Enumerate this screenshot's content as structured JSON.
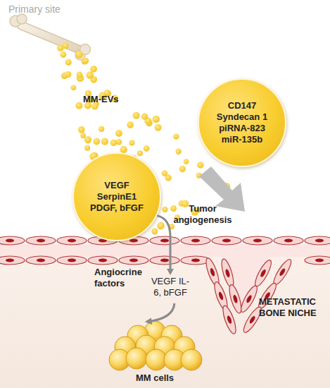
{
  "diagram": {
    "nodes": [
      {
        "text": [
          "CD147",
          "Syndecan 1",
          "piRNA-823",
          "miR-135b"
        ]
      },
      {
        "text": [
          "VEGF",
          "SerpinE1",
          "PDGF, bFGF"
        ]
      },
      {
        "text": [
          "MM cells"
        ]
      }
    ],
    "edges": [
      {
        "from": 1,
        "to": 2,
        "arrow": "to",
        "label": "Angiocrine factors"
      }
    ],
    "labels": [
      "Primary site",
      "MM-EVs",
      "Tumor angiogenesis",
      "VEGF IL-6, bFGF",
      "METASTATIC BONE NICHE"
    ]
  }
}
